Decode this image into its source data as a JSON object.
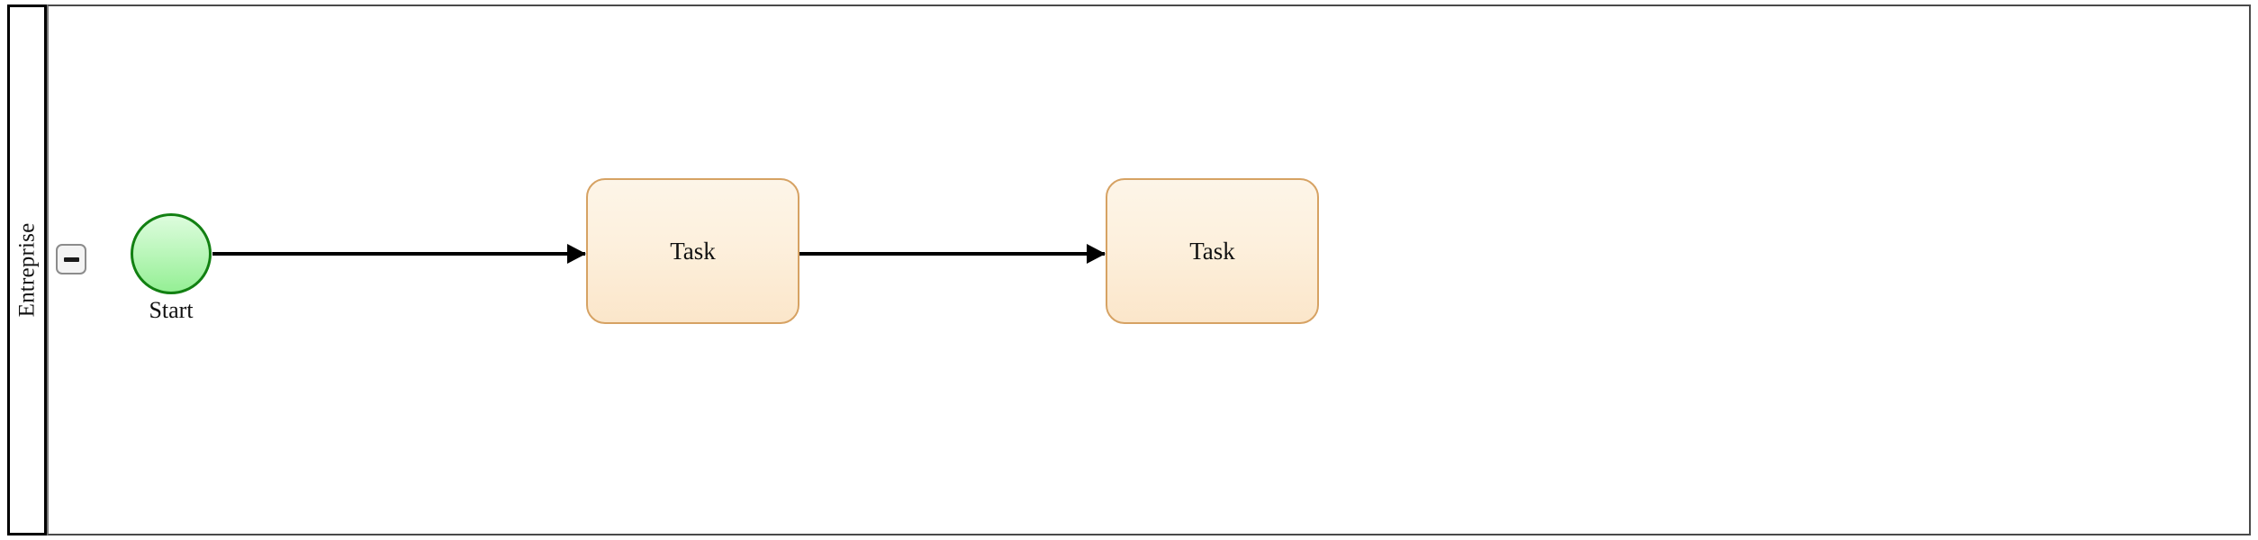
{
  "diagram": {
    "type": "bpmn-process",
    "pool": {
      "name": "Entreprise",
      "collapse_button": {
        "icon": "minus-icon",
        "state": "expanded"
      }
    },
    "nodes": [
      {
        "id": "start-1",
        "type": "start-event",
        "label": "Start"
      },
      {
        "id": "task-1",
        "type": "task",
        "label": "Task"
      },
      {
        "id": "task-2",
        "type": "task",
        "label": "Task"
      }
    ],
    "flows": [
      {
        "id": "flow-1",
        "from": "start-1",
        "to": "task-1",
        "label": ""
      },
      {
        "id": "flow-2",
        "from": "task-1",
        "to": "task-2",
        "label": ""
      }
    ],
    "colors": {
      "canvas_background": "#ffffff",
      "pool_border": "#000000",
      "lane_border": "#4a4a4a",
      "start_event_fill_top": "#ddfcdd",
      "start_event_fill_bottom": "#95ef95",
      "start_event_border": "#128012",
      "task_fill_top": "#fdf5e8",
      "task_fill_bottom": "#fbe6ca",
      "task_border": "#d6a263",
      "flow_stroke": "#000000",
      "button_fill": "#f4f4f4",
      "button_border": "#8c8c8c"
    }
  }
}
